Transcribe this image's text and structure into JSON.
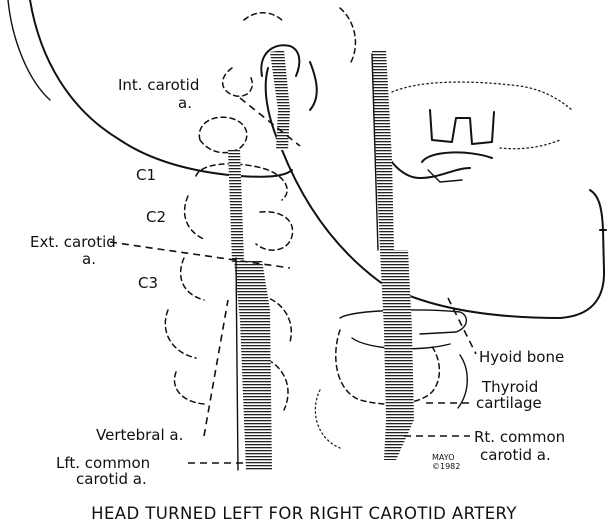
{
  "labels": {
    "int_carotid": [
      "Int. carotid",
      "a."
    ],
    "c1": "C1",
    "c2": "C2",
    "ext_carotid": [
      "Ext. carotid",
      "a."
    ],
    "c3": "C3",
    "vertebral": "Vertebral a.",
    "lft_common_carotid": [
      "Lft. common",
      "carotid a."
    ],
    "hyoid_bone": "Hyoid bone",
    "thyroid_cartilage": [
      "Thyroid",
      "cartilage"
    ],
    "rt_common_carotid": [
      "Rt. common",
      "carotid a."
    ],
    "mayo_stamp": [
      "MAYO",
      "©1982"
    ]
  },
  "caption": "HEAD TURNED LEFT FOR RIGHT CAROTID ARTERY"
}
